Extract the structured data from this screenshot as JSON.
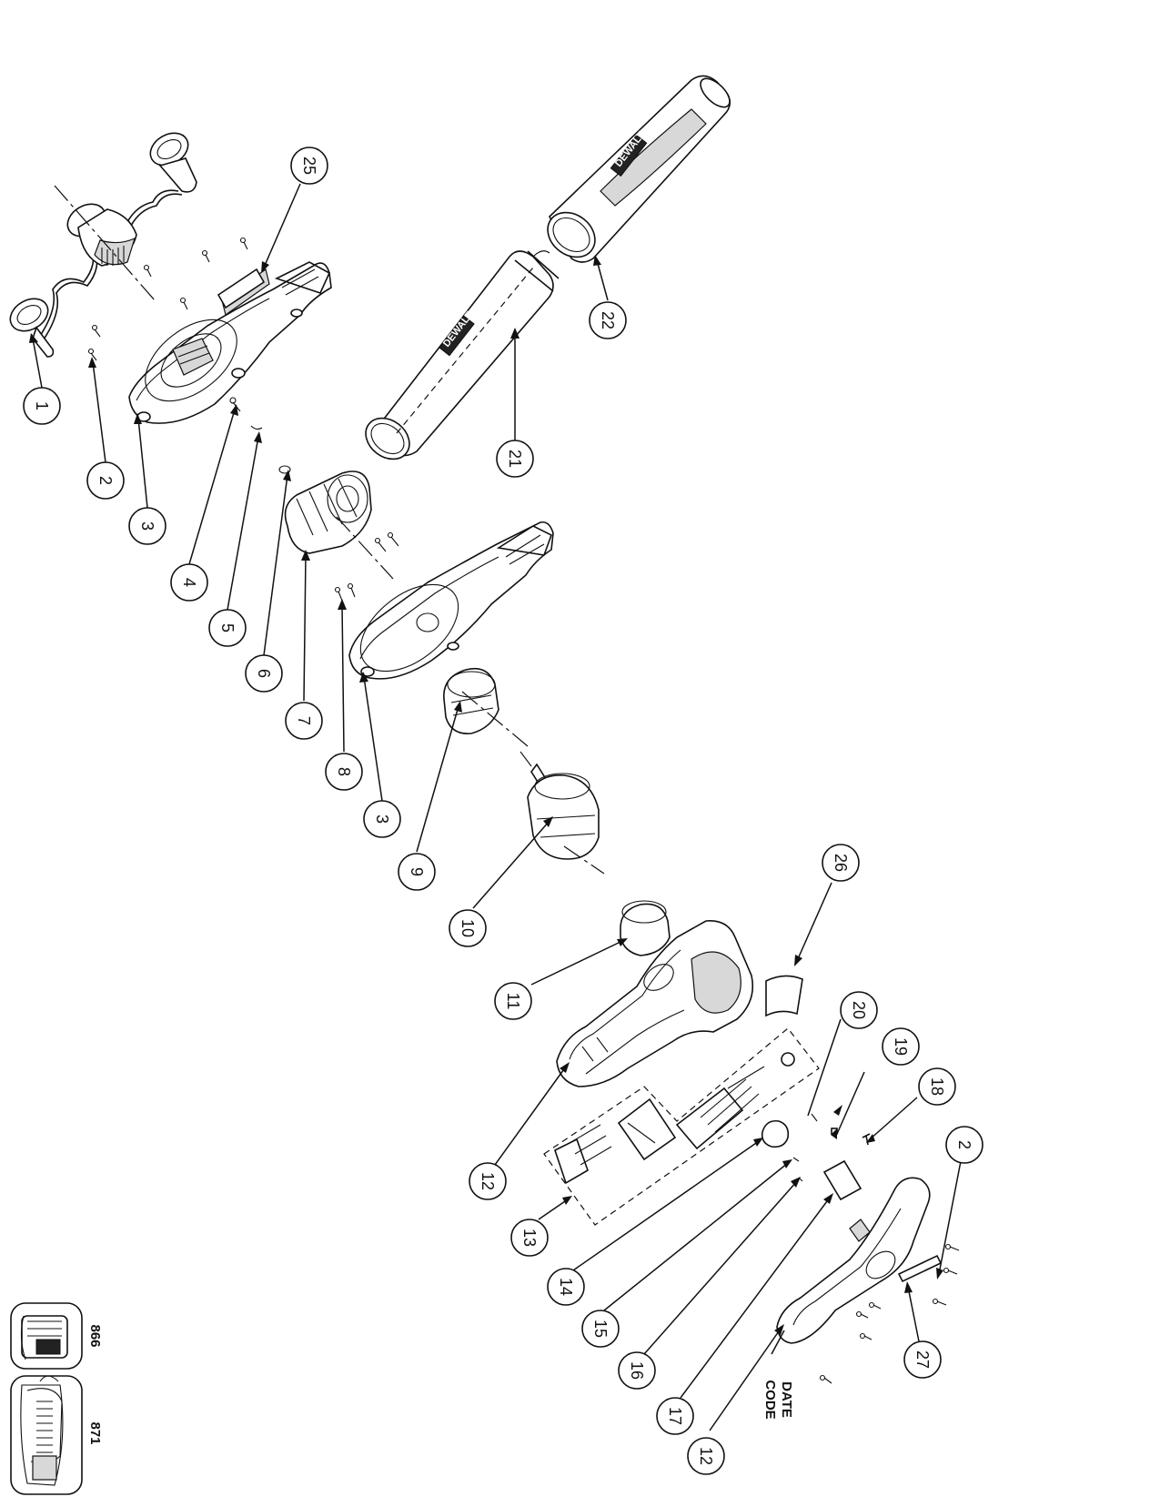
{
  "callouts": [
    {
      "id": "c1",
      "label": "1"
    },
    {
      "id": "c2a",
      "label": "2"
    },
    {
      "id": "c3a",
      "label": "3"
    },
    {
      "id": "c4",
      "label": "4"
    },
    {
      "id": "c5",
      "label": "5"
    },
    {
      "id": "c6",
      "label": "6"
    },
    {
      "id": "c7",
      "label": "7"
    },
    {
      "id": "c8",
      "label": "8"
    },
    {
      "id": "c3b",
      "label": "3"
    },
    {
      "id": "c9",
      "label": "9"
    },
    {
      "id": "c10",
      "label": "10"
    },
    {
      "id": "c11",
      "label": "11"
    },
    {
      "id": "c12a",
      "label": "12"
    },
    {
      "id": "c13",
      "label": "13"
    },
    {
      "id": "c14",
      "label": "14"
    },
    {
      "id": "c15",
      "label": "15"
    },
    {
      "id": "c16",
      "label": "16"
    },
    {
      "id": "c17",
      "label": "17"
    },
    {
      "id": "c12b",
      "label": "12"
    },
    {
      "id": "c18",
      "label": "18"
    },
    {
      "id": "c19",
      "label": "19"
    },
    {
      "id": "c20",
      "label": "20"
    },
    {
      "id": "c2b",
      "label": "2"
    },
    {
      "id": "c21",
      "label": "21"
    },
    {
      "id": "c22",
      "label": "22"
    },
    {
      "id": "c25",
      "label": "25"
    },
    {
      "id": "c26",
      "label": "26"
    },
    {
      "id": "c27",
      "label": "27"
    }
  ],
  "date_code": {
    "line1": "DATE",
    "line2": "CODE"
  },
  "accessories": [
    {
      "label": "871"
    },
    {
      "label": "866"
    }
  ],
  "brand_label": "DEWALT"
}
